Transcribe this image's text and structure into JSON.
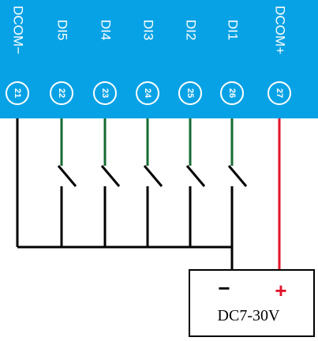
{
  "colors": {
    "bar": "#07a2e6",
    "green": "#166b32",
    "red": "#e2142a",
    "black": "#000000",
    "white": "#ffffff"
  },
  "terminals": [
    {
      "label": "DCOM−",
      "number": "21",
      "wire": "common"
    },
    {
      "label": "DI5",
      "number": "22",
      "wire": "input"
    },
    {
      "label": "DI4",
      "number": "23",
      "wire": "input"
    },
    {
      "label": "DI3",
      "number": "24",
      "wire": "input"
    },
    {
      "label": "DI2",
      "number": "25",
      "wire": "input"
    },
    {
      "label": "DI1",
      "number": "26",
      "wire": "input"
    },
    {
      "label": "DCOM+",
      "number": "27",
      "wire": "positive"
    }
  ],
  "supply": {
    "label": "DC7-30V",
    "minus": "−",
    "plus": "+"
  }
}
